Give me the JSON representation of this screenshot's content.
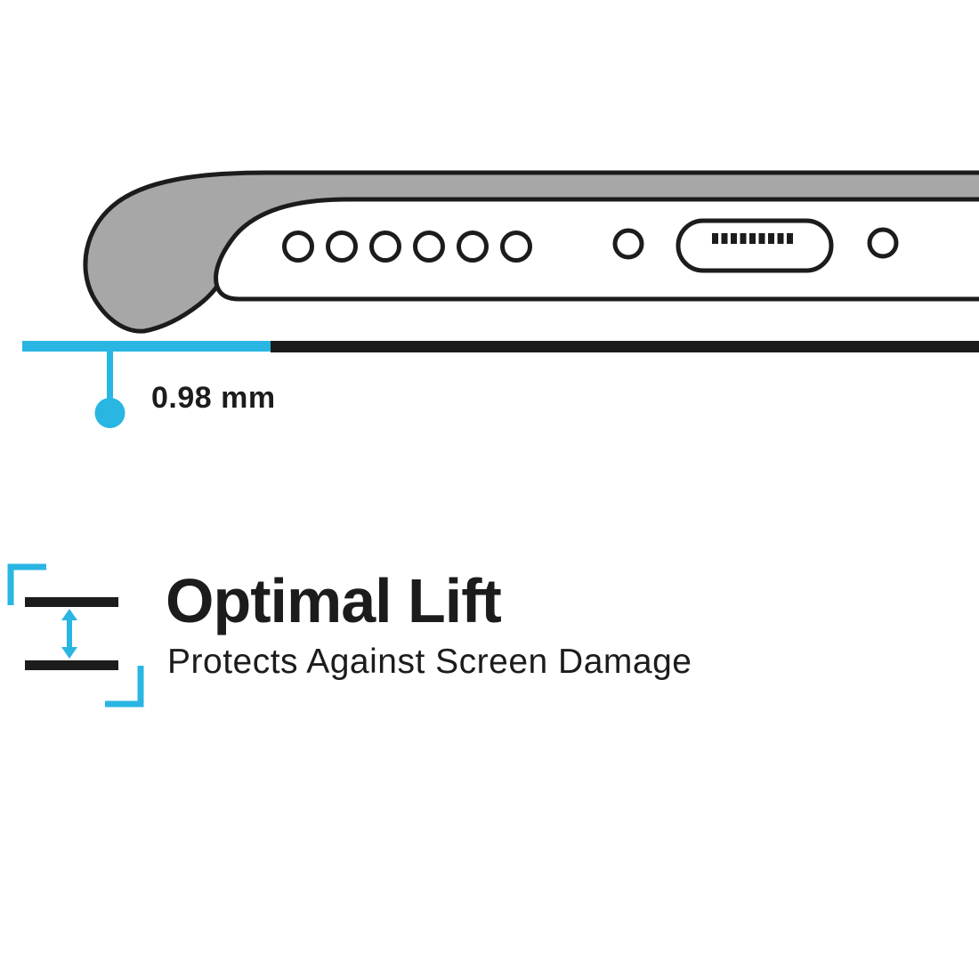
{
  "colors": {
    "accent_cyan": "#29b6e3",
    "ink_black": "#1c1c1c",
    "case_gray": "#a7a7a7"
  },
  "diagram": {
    "name": "phone-bottom-edge-in-case",
    "icons": {
      "case_shape": "case-lip-cross-section",
      "phone_body": "phone-bottom-edge",
      "speaker_holes": "speaker-grille-holes",
      "mic_hole": "microphone-hole",
      "charging_port": "charging-port",
      "screw_hole": "screw-hole"
    },
    "measurement": {
      "value": "0.98 mm"
    }
  },
  "feature": {
    "icon": "lift-gap-icon",
    "title": "Optimal Lift",
    "subtitle": "Protects Against Screen Damage"
  }
}
